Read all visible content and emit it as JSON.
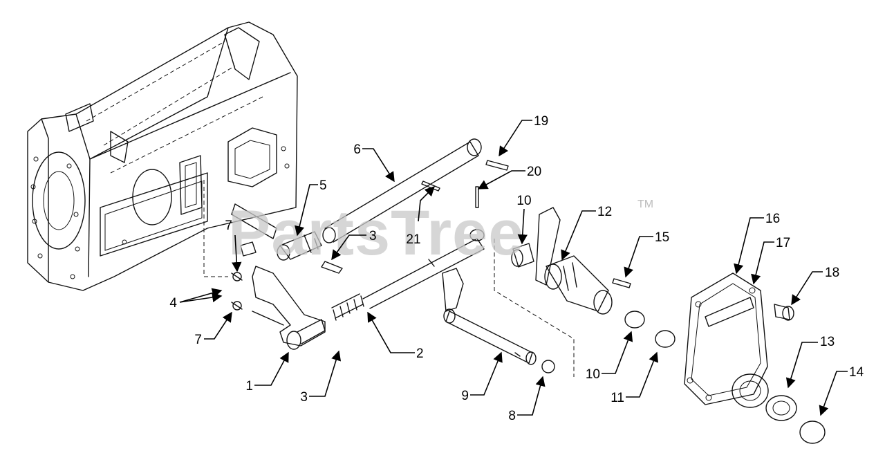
{
  "watermark": {
    "text": "PartsTree",
    "trademark": "TM"
  },
  "callouts": [
    {
      "id": "c1",
      "label": "1"
    },
    {
      "id": "c2",
      "label": "2"
    },
    {
      "id": "c3a",
      "label": "3"
    },
    {
      "id": "c3b",
      "label": "3"
    },
    {
      "id": "c4",
      "label": "4"
    },
    {
      "id": "c5",
      "label": "5"
    },
    {
      "id": "c6",
      "label": "6"
    },
    {
      "id": "c7a",
      "label": "7"
    },
    {
      "id": "c7b",
      "label": "7"
    },
    {
      "id": "c8",
      "label": "8"
    },
    {
      "id": "c9",
      "label": "9"
    },
    {
      "id": "c10a",
      "label": "10"
    },
    {
      "id": "c10b",
      "label": "10"
    },
    {
      "id": "c11",
      "label": "11"
    },
    {
      "id": "c12",
      "label": "12"
    },
    {
      "id": "c13",
      "label": "13"
    },
    {
      "id": "c14",
      "label": "14"
    },
    {
      "id": "c15",
      "label": "15"
    },
    {
      "id": "c16",
      "label": "16"
    },
    {
      "id": "c17",
      "label": "17"
    },
    {
      "id": "c18",
      "label": "18"
    },
    {
      "id": "c19",
      "label": "19"
    },
    {
      "id": "c20",
      "label": "20"
    },
    {
      "id": "c21",
      "label": "21"
    }
  ]
}
